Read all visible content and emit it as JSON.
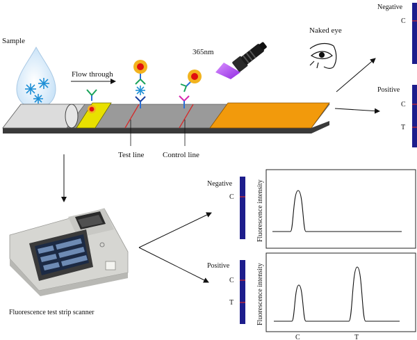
{
  "labels": {
    "sample": "Sample",
    "flow_through": "Flow through",
    "wavelength": "365nm",
    "naked_eye": "Naked eye",
    "test_line": "Test line",
    "control_line": "Control line",
    "scanner": "Fluorescence test strip scanner",
    "negative": "Negative",
    "positive": "Positive",
    "c": "C",
    "t": "T",
    "fluorescence_intensity": "Fluorescence intensity"
  },
  "colors": {
    "strip_body": "#9a9a9a",
    "sample_pad": "#d8d8d8",
    "conjugate_pad": "#e8e000",
    "absorbent_pad": "#f29a0c",
    "line_red": "#d42a2a",
    "readout_bar": "#1d1d8c",
    "droplet": "#cfe6fa",
    "sparkle": "#1e8fd6",
    "uv_beam": "#b23cff",
    "gold_ring": "#f2b31e",
    "red_core": "#e01010"
  },
  "peaks": {
    "negative": {
      "peaks": [
        "C"
      ]
    },
    "positive": {
      "peaks": [
        "C",
        "T"
      ]
    }
  }
}
